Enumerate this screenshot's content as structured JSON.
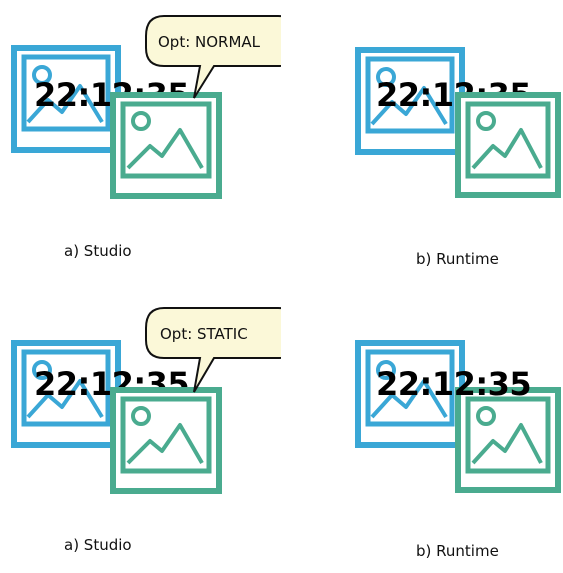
{
  "colors": {
    "blue_frame": "#3aa7d6",
    "green_frame": "#4aab8f",
    "callout_fill": "#fbf8d8",
    "callout_stroke": "#111111",
    "text": "#111111"
  },
  "rows": [
    {
      "studio": {
        "clock": "22:12:35",
        "callout": "Opt: NORMAL",
        "caption": "a) Studio"
      },
      "runtime": {
        "clock": "22:12:35",
        "caption": "b) Runtime"
      }
    },
    {
      "studio": {
        "clock": "22:12:35",
        "callout": "Opt: STATIC",
        "caption": "a) Studio"
      },
      "runtime": {
        "clock": "22:12:35",
        "caption": "b) Runtime"
      }
    }
  ],
  "icons": {
    "image_icon": "image-placeholder-icon"
  }
}
